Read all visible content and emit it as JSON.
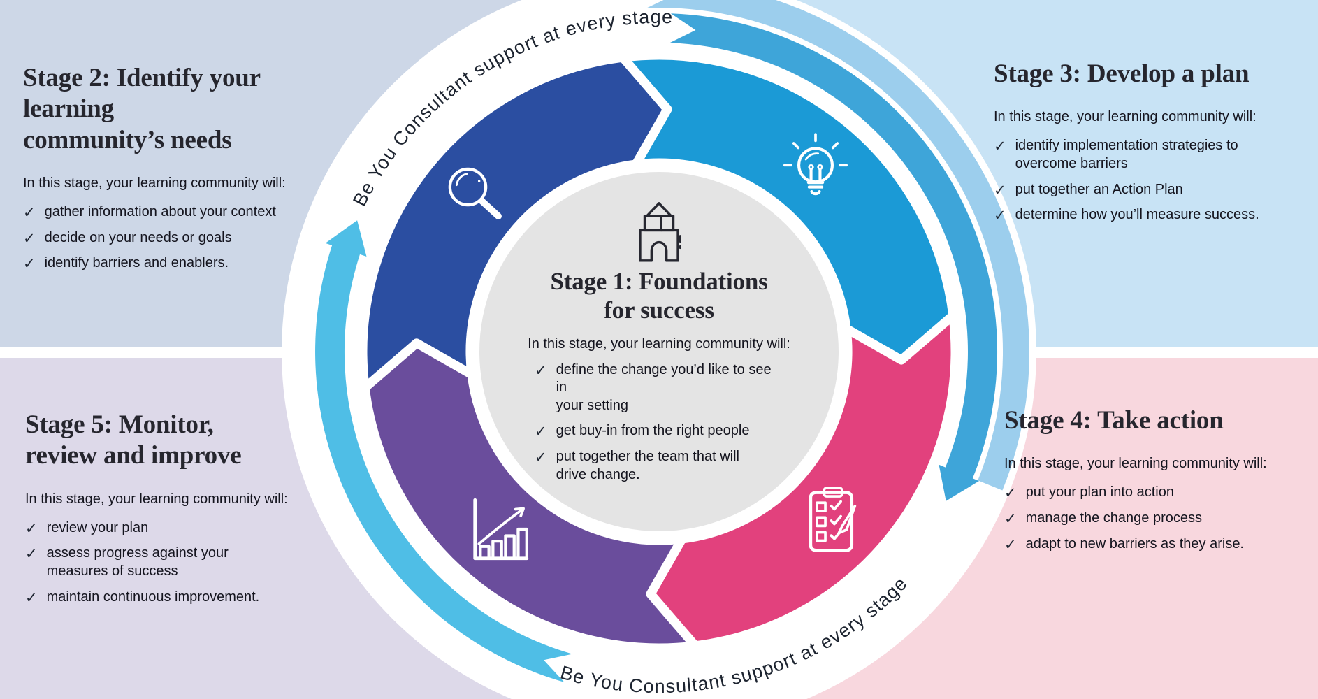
{
  "curved_text": {
    "top": "Be You Consultant support at every stage",
    "bottom": "Be You Consultant support at every stage"
  },
  "center": {
    "title": "Stage 1: Foundations\nfor success",
    "intro": "In this stage, your learning community will:",
    "bullets": [
      "define the change you’d like to see in\nyour setting",
      "get buy-in from the right people",
      "put together the team that will\ndrive change."
    ]
  },
  "quadrants": {
    "top_left": {
      "title": "Stage 2: Identify your learning\ncommunity’s needs",
      "intro": "In this stage, your learning community will:",
      "bullets": [
        "gather information about your context",
        "decide on your needs or goals",
        "identify barriers and enablers."
      ]
    },
    "top_right": {
      "title": "Stage 3: Develop a plan",
      "intro": "In this stage, your learning community will:",
      "bullets": [
        "identify implementation strategies to\novercome barriers",
        "put together an Action Plan",
        "determine how you’ll measure success."
      ]
    },
    "bottom_left": {
      "title": "Stage 5: Monitor,\nreview and improve",
      "intro": "In this stage, your learning community will:",
      "bullets": [
        "review your plan",
        "assess progress against your\nmeasures of success",
        "maintain continuous improvement."
      ]
    },
    "bottom_right": {
      "title": "Stage 4: Take action",
      "intro": "In this stage, your learning community will:",
      "bullets": [
        "put your plan into action",
        "manage the change process",
        "adapt to new barriers as they arise."
      ]
    }
  },
  "icons": {
    "center": "building-blocks-icon",
    "stage2": "magnifier-icon",
    "stage3": "lightbulb-icon",
    "stage4": "clipboard-checklist-icon",
    "stage5": "bar-chart-growth-icon",
    "bullet": "check-icon"
  },
  "colors": {
    "quadrant_top_left": "#CDD7E7",
    "quadrant_top_right": "#C8E3F5",
    "quadrant_bottom_left": "#DDD9E9",
    "quadrant_bottom_right": "#F8D7DE",
    "segment_stage2": "#2B4EA1",
    "segment_stage3": "#1B9AD6",
    "segment_stage4": "#E2417D",
    "segment_stage5": "#6A4D9C",
    "center_circle": "#E4E4E4",
    "ribbon_left": "#4FBEE6",
    "ribbon_right_inner": "#3EA5D9",
    "ribbon_right_outer": "#9CCEED",
    "text_dark": "#1D2430",
    "icon_stroke": "#FFFFFF"
  }
}
